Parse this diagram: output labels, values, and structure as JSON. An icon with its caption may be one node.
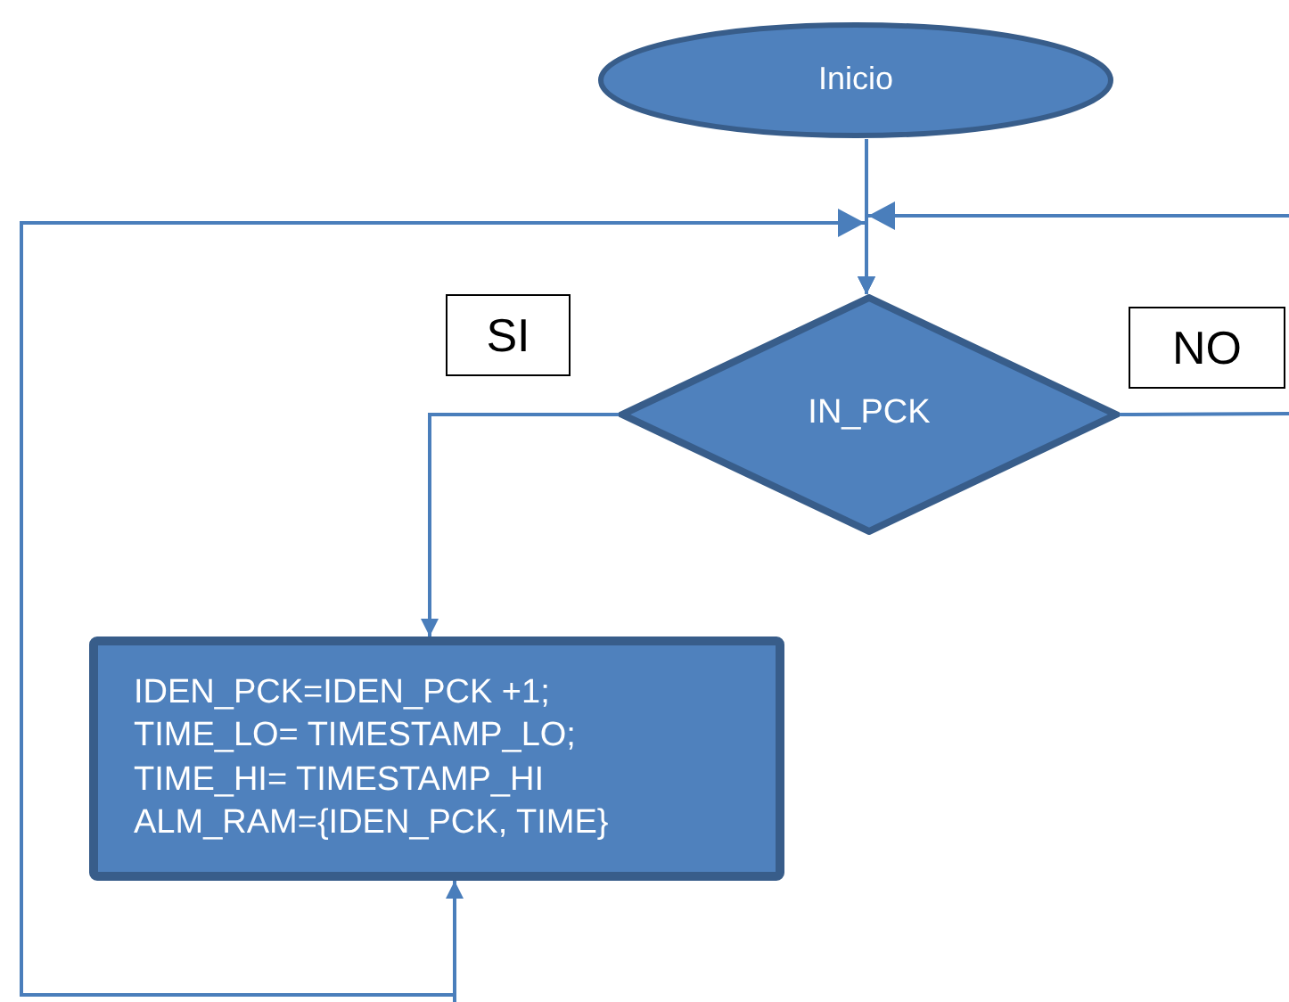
{
  "diagram": {
    "nodes": [
      {
        "text": [
          "Inicio"
        ]
      },
      {
        "text": [
          "IN_PCK"
        ]
      },
      {
        "text": [
          "IDEN_PCK=IDEN_PCK +1;",
          "TIME_LO= TIMESTAMP_LO;",
          "TIME_HI= TIMESTAMP_HI",
          "ALM_RAM={IDEN_PCK, TIME}"
        ]
      },
      {
        "text": [
          "SI"
        ]
      },
      {
        "text": [
          "NO"
        ]
      }
    ],
    "edges": [
      {
        "from": 0,
        "to": 1,
        "arrow": "to"
      },
      {
        "from": 1,
        "to": 2,
        "arrow": "to"
      },
      {
        "from": 1,
        "to": null,
        "arrow": "none"
      },
      {
        "from": null,
        "to": 1,
        "arrow": "to"
      },
      {
        "from": null,
        "to": 2,
        "arrow": "to"
      },
      {
        "from": null,
        "to": 1,
        "arrow": "to"
      }
    ]
  }
}
